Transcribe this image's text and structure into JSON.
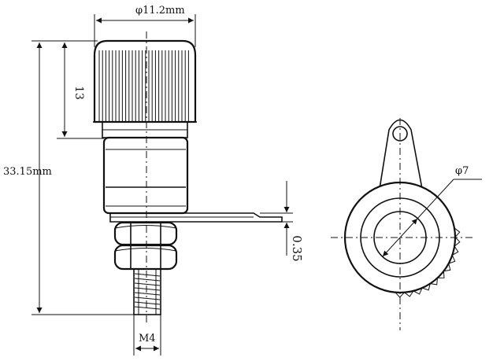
{
  "dimensions": {
    "cap_diameter": "φ11.2mm",
    "cap_height": "13",
    "overall_length": "33.15mm",
    "lug_thickness": "0.35",
    "thread": "M4",
    "hole_diameter": "φ7"
  },
  "colors": {
    "line": "#111111",
    "background": "#ffffff"
  }
}
